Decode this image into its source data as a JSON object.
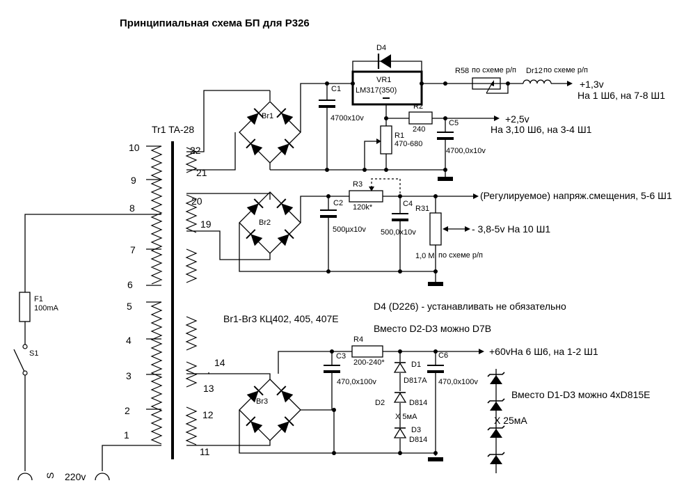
{
  "title": "Принципиальная схема БП для Р326",
  "transformer": {
    "name": "Tr1 TA-28",
    "primary_pins": [
      "10",
      "9",
      "8",
      "7",
      "6",
      "5",
      "4",
      "3",
      "2",
      "1"
    ],
    "secondary_pins": [
      "22",
      "21",
      "20",
      "19",
      "14",
      "13",
      "12",
      "11"
    ]
  },
  "input": {
    "fuse_name": "F1",
    "fuse_value": "100mA",
    "switch_name": "S1",
    "mains": "220v",
    "plug_mark": "S"
  },
  "components": {
    "D4": "D4",
    "VR1": "VR1",
    "VR1_type": "LM317(350)",
    "C1": "C1",
    "C1_value": "4700x10v",
    "Br1": "Br1",
    "R2": "R2",
    "R2_value": "240",
    "R1": "R1",
    "R1_value": "470-680",
    "C5": "C5",
    "C5_value": "4700,0x10v",
    "R58": "R58",
    "R58_note": "по схеме р/п",
    "Dr12": "Dr12",
    "Dr12_note": "по схеме р/п",
    "R3": "R3",
    "R3_value": "120k*",
    "C2": "C2",
    "C2_value": "500µx10v",
    "C4": "C4",
    "C4_value": "500,0x10v",
    "Br2": "Br2",
    "R31": "R31",
    "R31_value": "1,0 M",
    "R31_note": "по схеме р/п",
    "R4": "R4",
    "R4_value": "200-240*",
    "C3": "C3",
    "C3_value": "470,0x100v",
    "C6": "C6",
    "C6_value": "470,0x100v",
    "Br3": "Br3",
    "D1": "D1",
    "D1_type": "D817A",
    "D2": "D2",
    "D2_type": "D814",
    "D3": "D3",
    "D3_type": "D814",
    "D_current": "X 5мА",
    "D_alt_current": "X 25мА"
  },
  "outputs": {
    "out_1_3": "+1,3v",
    "out_1_3_dest": "На 1 Ш6, на 7-8 Ш1",
    "out_2_5": "+2,5v",
    "out_2_5_dest": "На 3,10  Ш6, на 3-4 Ш1",
    "out_bias": "(Регулируемое) напряж.смещения, 5-6 Ш1",
    "out_neg": "- 3,8-5v На 10 Ш1",
    "out_60": "+60vНа 6 Ш6, на 1-2 Ш1"
  },
  "notes": {
    "bridges": "Br1-Br3 КЦ402, 405, 407Е",
    "d4_note": "D4 (D226) - устанавливать не обязательно",
    "d2d3_note": "Вместо D2-D3 можно D7B",
    "d1d3_note": "Вместо D1-D3 можно 4xD815E"
  }
}
